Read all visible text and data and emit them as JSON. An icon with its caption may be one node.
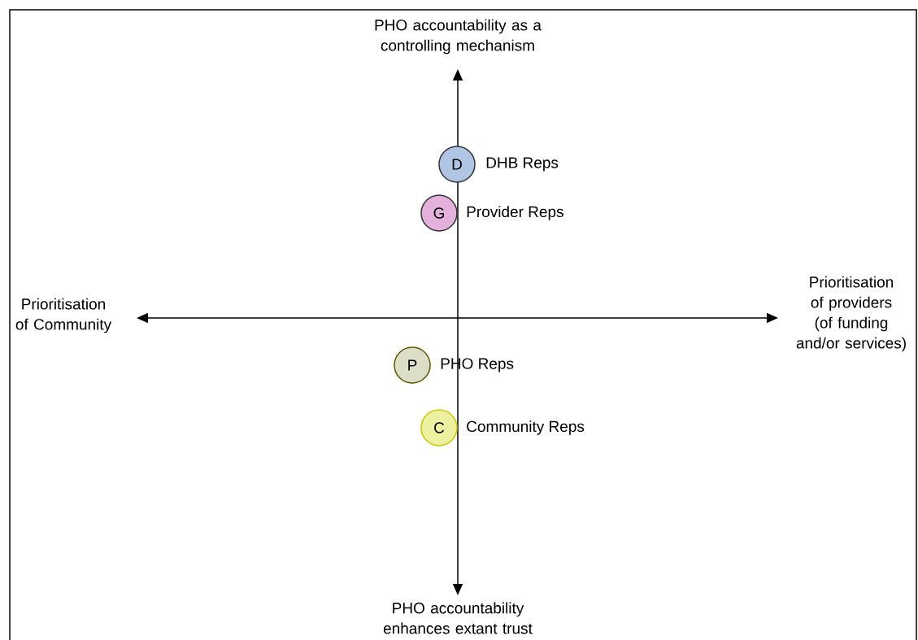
{
  "diagram": {
    "nodes": [
      {
        "text": [
          "D"
        ],
        "beside": [
          "DHB Reps"
        ]
      },
      {
        "text": [
          "G"
        ],
        "beside": [
          "Provider Reps"
        ]
      },
      {
        "text": [
          "P"
        ],
        "beside": [
          "PHO Reps"
        ]
      },
      {
        "text": [
          "C"
        ],
        "beside": [
          "Community Reps"
        ]
      }
    ],
    "labels": [
      "PHO accountability as a controlling mechanism",
      "Prioritisation of Community",
      "Prioritisation of providers (of funding and/or services)",
      "PHO accountability enhances extant trust"
    ]
  }
}
